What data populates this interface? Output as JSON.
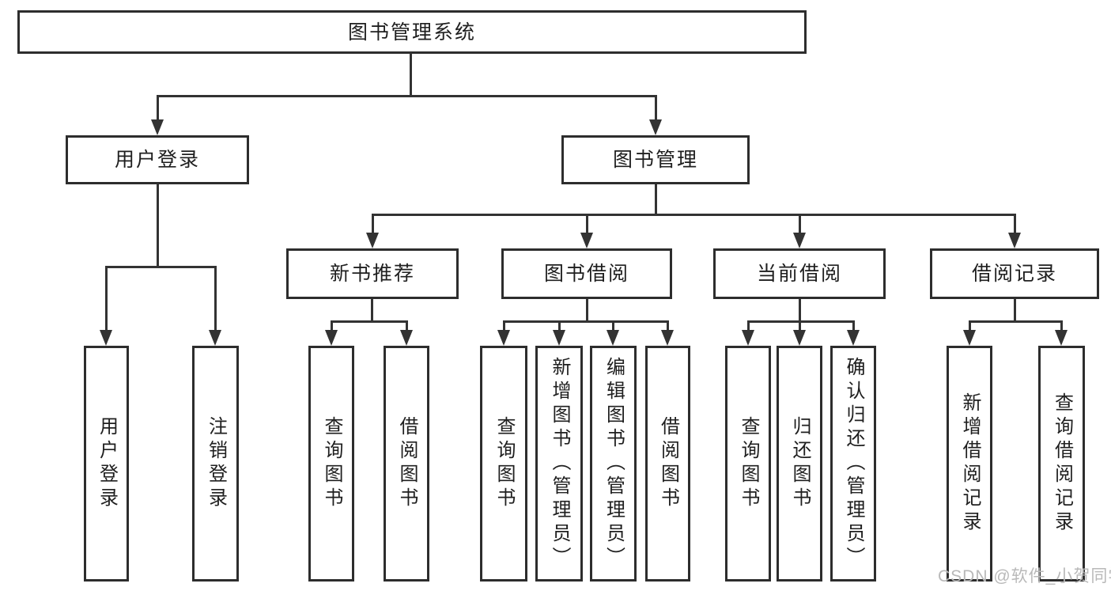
{
  "colors": {
    "line": "#333333",
    "box_border": "#2d2d2d",
    "text": "#1f1f1f",
    "background": "#ffffff",
    "watermark": "#b9b9b9"
  },
  "watermark": {
    "text": "CSDN @软件_小贺同学"
  },
  "nodes": {
    "root": {
      "label": "图书管理系统"
    },
    "user_login": {
      "label": "用户登录"
    },
    "book_mgmt": {
      "label": "图书管理"
    },
    "login": {
      "label": "用户登录"
    },
    "logout": {
      "label": "注销登录"
    },
    "new_books": {
      "label": "新书推荐"
    },
    "book_borrow": {
      "label": "图书借阅"
    },
    "current_borrow": {
      "label": "当前借阅"
    },
    "borrow_records": {
      "label": "借阅记录"
    },
    "nb_query_books": {
      "label": "查询图书"
    },
    "nb_borrow_books": {
      "label": "借阅图书"
    },
    "bb_query_books": {
      "label": "查询图书"
    },
    "bb_add_books": {
      "label": "新增图书（管理员）"
    },
    "bb_edit_books": {
      "label": "编辑图书（管理员）"
    },
    "bb_borrow_books": {
      "label": "借阅图书"
    },
    "cb_query_books": {
      "label": "查询图书"
    },
    "cb_return_books": {
      "label": "归还图书"
    },
    "cb_confirm_return": {
      "label": "确认归还（管理员）"
    },
    "br_add_record": {
      "label": "新增借阅记录"
    },
    "br_query_record": {
      "label": "查询借阅记录"
    }
  }
}
